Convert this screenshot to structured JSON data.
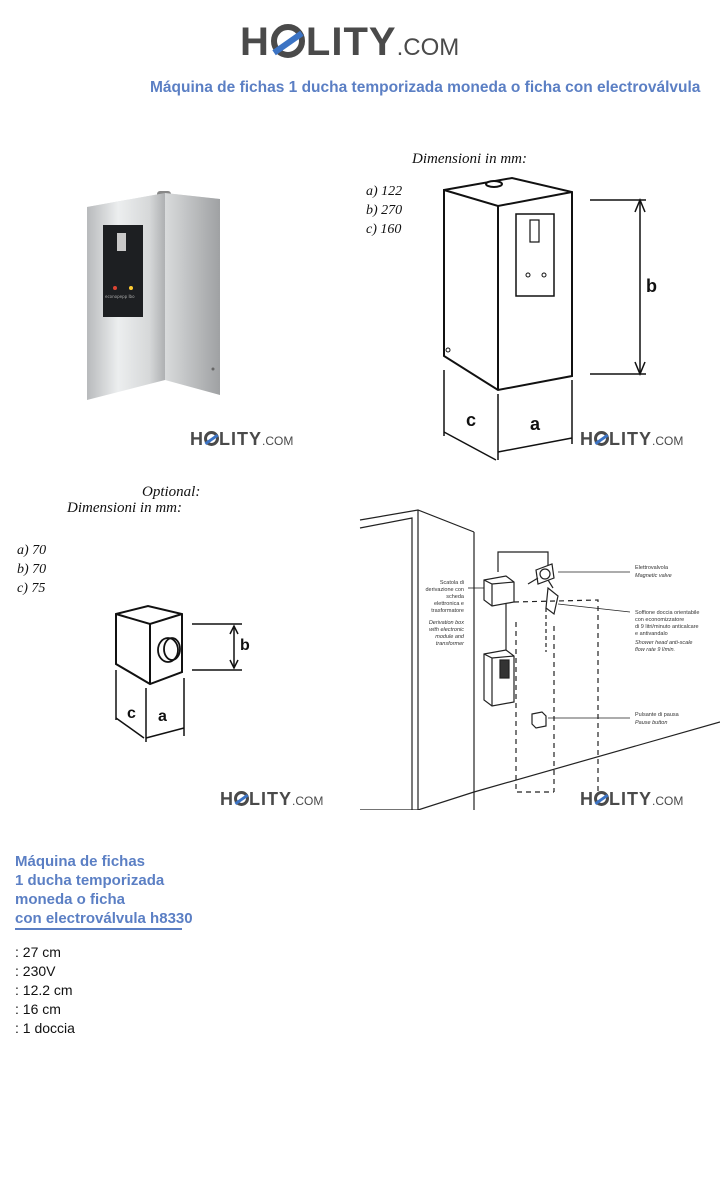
{
  "header": {
    "logo_left": "H",
    "logo_right": "LITY",
    "logo_com": ".COM",
    "title": "Máquina de fichas 1 ducha temporizada moneda o ficha con electroválvula"
  },
  "watermark": {
    "left": "H",
    "right": "LITY",
    "com": ".COM"
  },
  "dims_main": {
    "heading": "Dimensioni in mm:",
    "a": "a) 122",
    "b": "b) 270",
    "c": "c) 160",
    "label_a": "a",
    "label_b": "b",
    "label_c": "c"
  },
  "dims_optional": {
    "optional": "Optional:",
    "heading": "Dimensioni in mm:",
    "a": "a) 70",
    "b": "b) 70",
    "c": "c) 75",
    "label_a": "a",
    "label_b": "b",
    "label_c": "c"
  },
  "photo": {
    "panel_text": "econopepp  lbo"
  },
  "install": {
    "box_it": "Scatola di\nderivazione con\nscheda\nelettronica e\ntrasformatore",
    "box_en": "Derivation box\nwith electronic\nmodule and\ntransformer",
    "valve_it": "Elettrovalvola",
    "valve_en": "Magnetic valve",
    "shower_it": "Soffione doccia orientabile\ncon economizzatore\ndi 9 litri/minuto anticalcare\ne antivandalo",
    "shower_en": "Shower head anti-scale\nflow rate 9 l/min.",
    "pause_it": "Pulsante di pausa",
    "pause_en": "Pause button"
  },
  "product": {
    "name_lines": [
      "Máquina de fichas",
      "1 ducha temporizada",
      "moneda o ficha",
      "con electroválvula h8330"
    ],
    "specs": [
      ": 27 cm",
      ": 230V",
      ": 12.2 cm",
      ": 16 cm",
      ": 1 doccia"
    ]
  },
  "colors": {
    "accent": "#5b7fc4",
    "logo_gray": "#4a4a4a",
    "logo_blue": "#3b73c4"
  }
}
